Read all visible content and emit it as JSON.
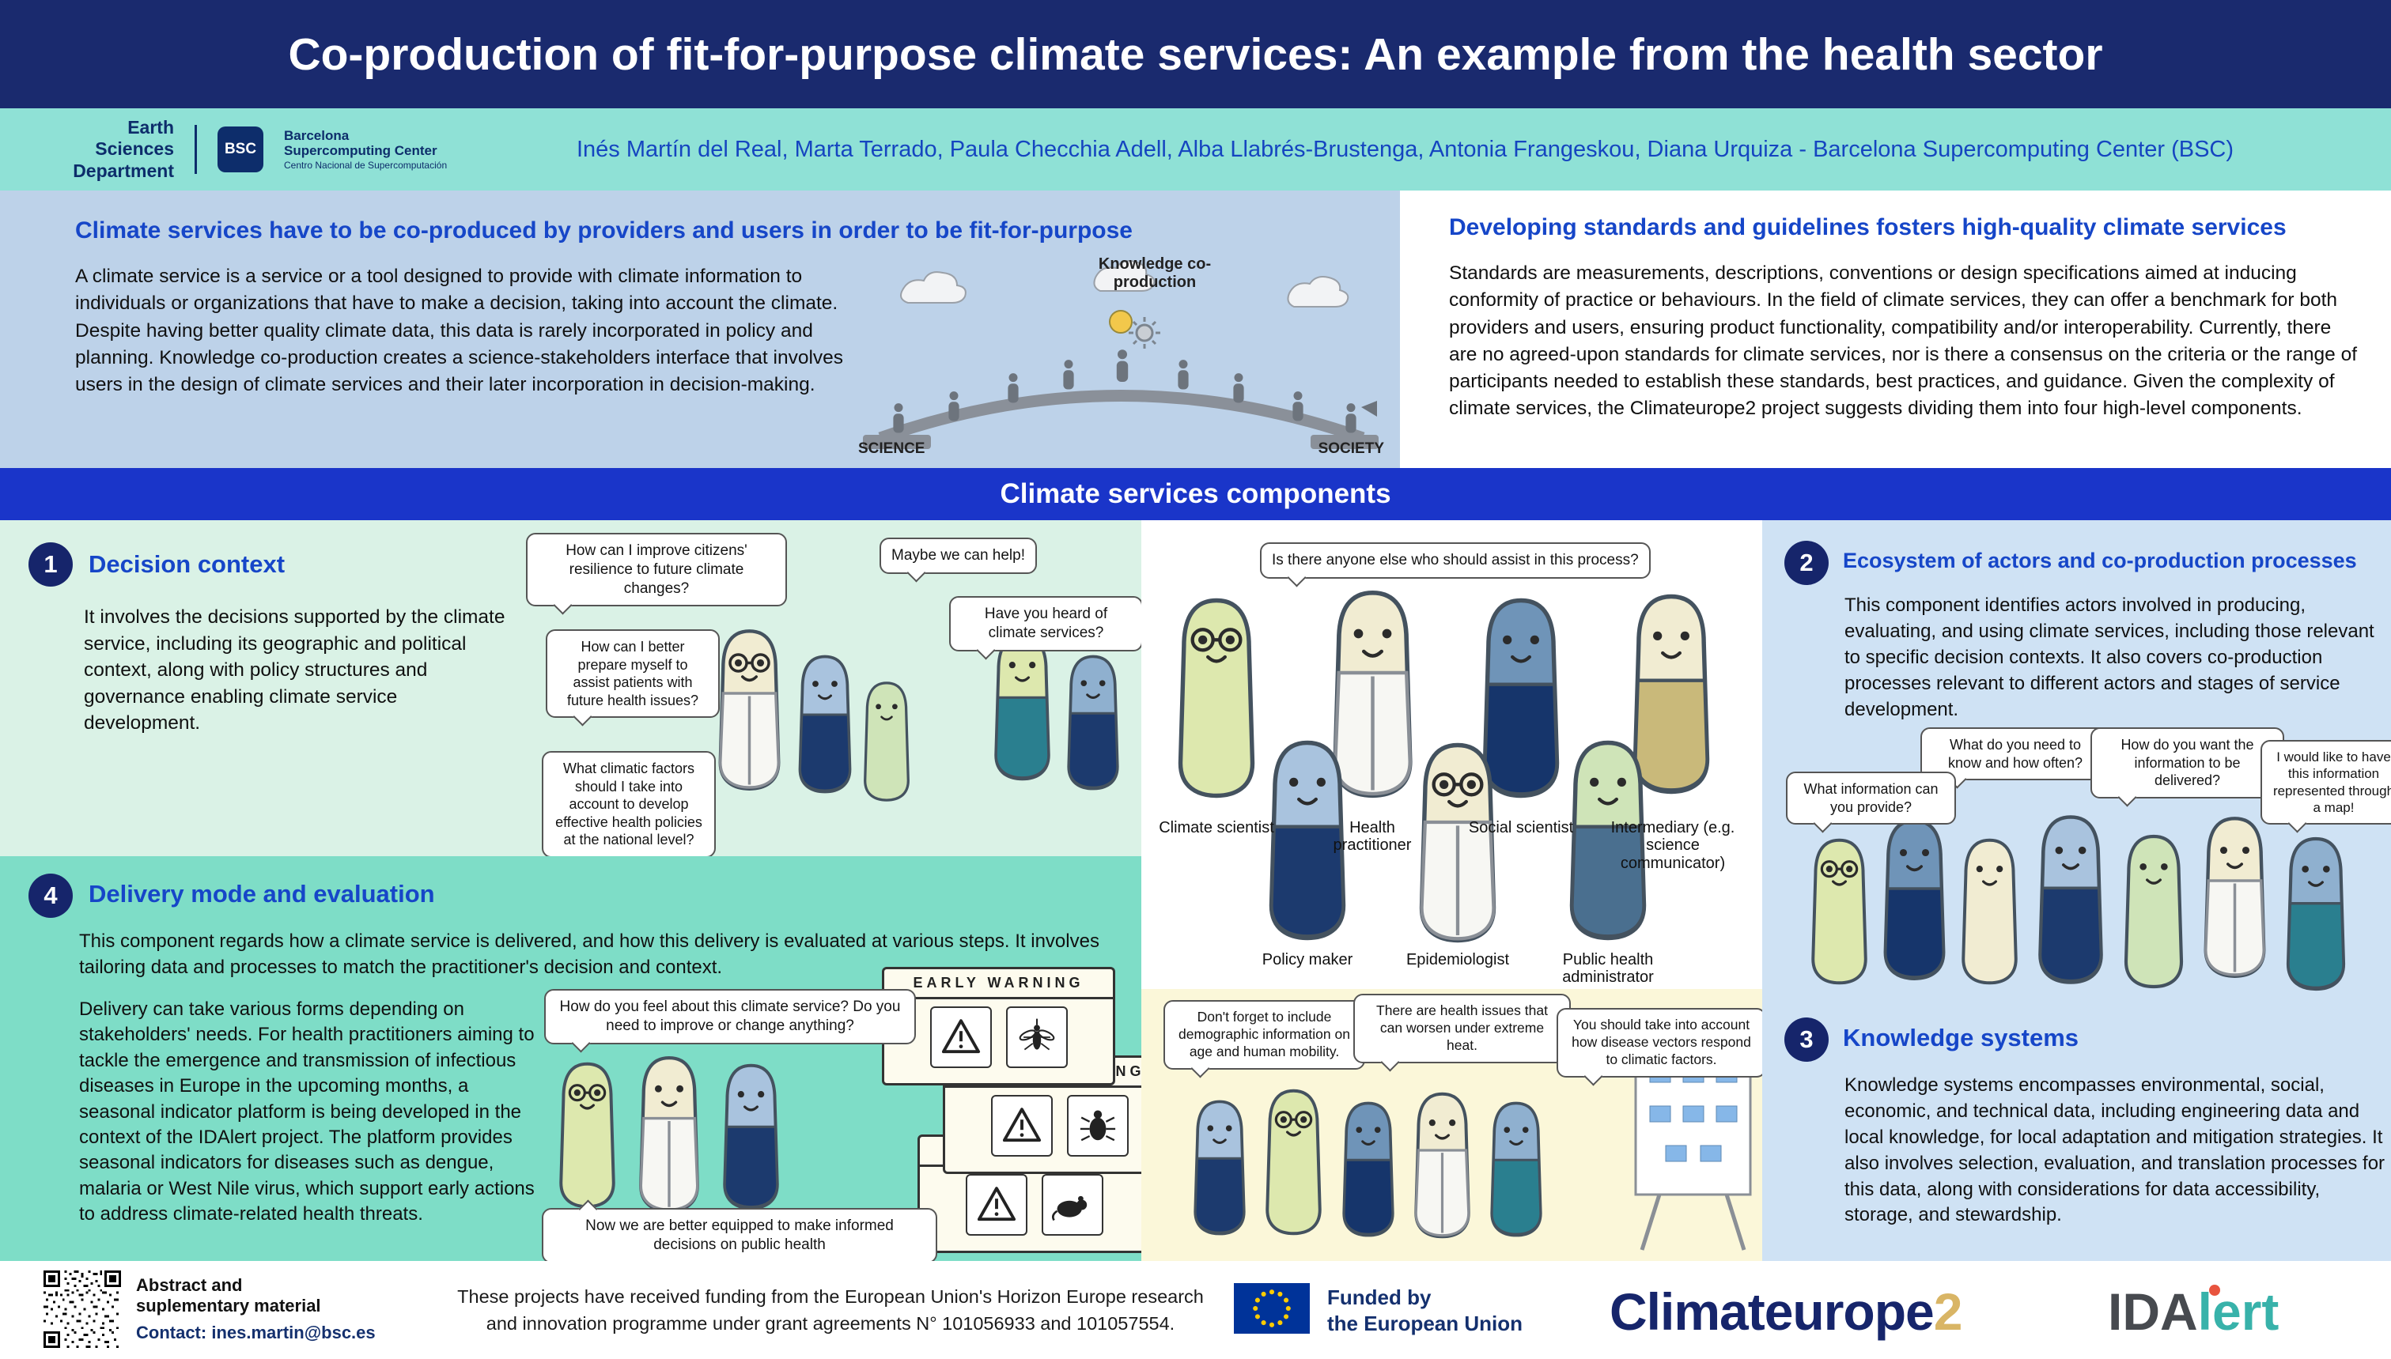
{
  "header": {
    "title": "Co-production of fit-for-purpose climate services: An example from the health sector"
  },
  "authors_bar": {
    "department": "Earth Sciences Department",
    "bsc_acronym": "BSC",
    "bsc_name": "Barcelona Supercomputing Center",
    "bsc_subtitle": "Centro Nacional de Supercomputación",
    "authors": "Inés Martín del Real, Marta Terrado, Paula Checchia Adell, Alba Llabrés-Brustenga, Antonia Frangeskou, Diana Urquiza - Barcelona Supercomputing Center (BSC)"
  },
  "intro_left": {
    "heading": "Climate services have to be co-produced by providers and users in order to be fit-for-purpose",
    "body": "A climate service is a service or a tool designed to provide with climate information to individuals or organizations that have to make a decision, taking into account the climate. Despite having better quality climate data, this data is rarely incorporated in policy and planning. Knowledge co-production creates a science-stakeholders interface that involves users in the design of climate services and their later incorporation in decision-making.",
    "illustration": {
      "title": "Knowledge co-production",
      "left_label": "SCIENCE",
      "right_label": "SOCIETY"
    }
  },
  "intro_right": {
    "heading": "Developing standards and guidelines fosters high-quality climate services",
    "body": "Standards are measurements, descriptions, conventions or design specifications aimed at inducing conformity of practice or behaviours. In the field of climate services, they can offer a benchmark for both providers and users, ensuring product functionality, compatibility and/or interoperability. Currently, there are no agreed-upon standards for climate services, nor is there a consensus on the criteria or the range of participants needed to establish these standards, best practices, and guidance. Given the complexity of climate services, the Climateurope2 project suggests dividing them into four high-level components."
  },
  "banner": {
    "title": "Climate services components"
  },
  "section1": {
    "number": "1",
    "title": "Decision context",
    "body": "It involves the decisions supported by the climate service, including its geographic and political context, along with policy structures and governance enabling climate service development.",
    "bubble_resilience": "How can I improve citizens' resilience to future climate changes?",
    "bubble_help": "Maybe we can help!",
    "bubble_heard": "Have you heard of climate services?",
    "bubble_prepare": "How can I better prepare myself to assist patients with future health issues?",
    "bubble_factors": "What climatic factors should I take into account to develop effective health policies at the national level?"
  },
  "actors_panel": {
    "bubble": "Is there anyone else who should assist in this process?",
    "roles_row1": [
      "Climate scientist",
      "Health practitioner",
      "Social scientist",
      "Intermediary (e.g. science communicator)"
    ],
    "roles_row2": [
      "Policy maker",
      "Epidemiologist",
      "Public health administrator"
    ]
  },
  "section2": {
    "number": "2",
    "title": "Ecosystem of actors and co-production processes",
    "body": "This component identifies actors involved in producing, evaluating, and using climate services, including those relevant to specific decision contexts. It also covers co-production processes relevant to different actors and stages of service development.",
    "bubble_need": "What do you need to know and how often?",
    "bubble_delivered": "How do you want the information to be delivered?",
    "bubble_provide": "What information can you provide?",
    "bubble_map": "I would like to have this information represented through a map!"
  },
  "section3": {
    "number": "3",
    "title": "Knowledge systems",
    "body": "Knowledge systems encompasses environmental, social, economic, and technical data, including engineering data and local knowledge, for local adaptation and mitigation strategies. It also involves selection, evaluation, and translation processes for this data, along with considerations for data accessibility, storage, and stewardship."
  },
  "section4": {
    "number": "4",
    "title": "Delivery mode and evaluation",
    "body1": "This component regards how a climate service is delivered, and how this delivery is evaluated at various steps. It involves tailoring data and processes to match the practitioner's decision and context.",
    "body2": "Delivery can take various forms depending on stakeholders' needs. For health practitioners aiming to tackle the emergence and transmission of infectious diseases in Europe in the upcoming months, a seasonal indicator platform is being developed in the context of the IDAlert project. The platform provides seasonal indicators for diseases such as dengue, malaria or West Nile virus, which support early actions to address climate-related health threats.",
    "bubble_feel": "How do you feel about this climate service? Do you need to improve or change anything?",
    "bubble_equipped": "Now we are better equipped to make informed decisions on public health",
    "warning_card_label": "EARLY WARNING"
  },
  "health_panel": {
    "bubble_demographic": "Don't forget to include demographic information on age and human mobility.",
    "bubble_heat": "There are health issues that can worsen under extreme heat.",
    "bubble_vectors": "You should take into account how disease vectors respond to climatic factors."
  },
  "footer": {
    "abstract_label": "Abstract and suplementary material",
    "contact": "Contact: ines.martin@bsc.es",
    "funding_text": "These projects have received funding from the European Union's Horizon Europe research and innovation programme under grant agreements N° 101056933 and 101057554.",
    "eu_funded_line1": "Funded by",
    "eu_funded_line2": "the European Union",
    "climateurope_logo": "Climateurope",
    "climateurope_logo_suffix": "2",
    "idalert_logo_prefix": "IDA",
    "idalert_logo_suffix": "lert"
  },
  "colors": {
    "header_navy": "#1a2a6e",
    "banner_blue": "#1a35c9",
    "accent_blue": "#1646c8",
    "teal_bar": "#8fe1d6",
    "mint_panel": "#daf2e6",
    "teal_panel": "#7eddc7",
    "blue_panel": "#cfe2f4",
    "cream_panel": "#fbf7d9",
    "intro_panel": "#bdd2e9"
  }
}
